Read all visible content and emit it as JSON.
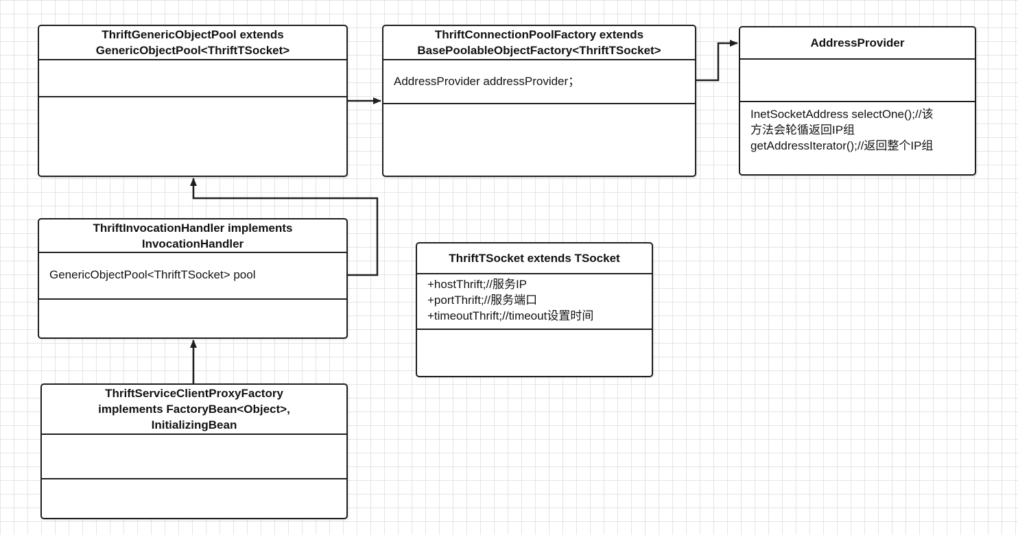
{
  "classes": {
    "generic_pool": {
      "title": "ThriftGenericObjectPool extends\nGenericObjectPool<ThriftTSocket>",
      "attributes": [],
      "methods": []
    },
    "pool_factory": {
      "title": "ThriftConnectionPoolFactory extends\nBasePoolableObjectFactory<ThriftTSocket>",
      "attributes": [
        "AddressProvider addressProvider；"
      ],
      "methods": []
    },
    "address_provider": {
      "title": "AddressProvider",
      "attributes": [],
      "methods": [
        "InetSocketAddress selectOne();//该",
        "方法会轮循返回IP组",
        "getAddressIterator();//返回整个IP组"
      ]
    },
    "invocation_handler": {
      "title": "ThriftInvocationHandler  implements\nInvocationHandler",
      "attributes": [
        "GenericObjectPool<ThriftTSocket> pool"
      ],
      "methods": []
    },
    "tsocket": {
      "title": "ThriftTSocket extends TSocket",
      "attributes": [
        "+hostThrift;//服务IP",
        "+portThrift;//服务端口",
        "+timeoutThrift;//timeout设置时间"
      ],
      "methods": []
    },
    "proxy_factory": {
      "title": "ThriftServiceClientProxyFactory\nimplements FactoryBean<Object>,\nInitializingBean",
      "attributes": [],
      "methods": []
    }
  },
  "relations": [
    {
      "from": "generic_pool",
      "to": "pool_factory",
      "kind": "association"
    },
    {
      "from": "pool_factory",
      "to": "address_provider",
      "kind": "association"
    },
    {
      "from": "invocation_handler",
      "to": "generic_pool",
      "kind": "association"
    },
    {
      "from": "proxy_factory",
      "to": "invocation_handler",
      "kind": "association"
    }
  ],
  "colors": {
    "stroke": "#1e1e1e",
    "grid": "#e4e4e4",
    "background": "#ffffff"
  }
}
